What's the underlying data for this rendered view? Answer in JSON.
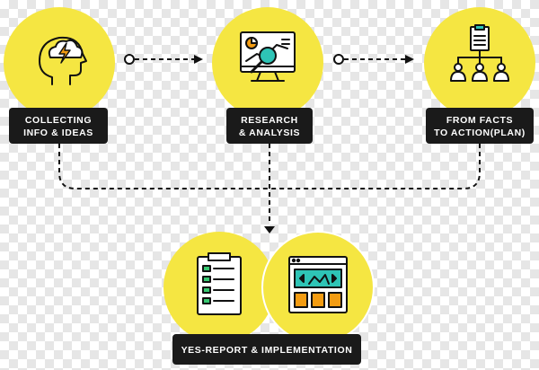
{
  "nodes": {
    "collecting": {
      "line1": "COLLECTING",
      "line2": "INFO & IDEAS"
    },
    "research": {
      "line1": "RESEARCH",
      "line2": "& ANALYSIS"
    },
    "facts": {
      "line1": "FROM FACTS",
      "line2": "TO ACTION(PLAN)"
    },
    "report": {
      "line1": "YES-REPORT & IMPLEMENTATION"
    }
  },
  "colors": {
    "accent": "#f5e642",
    "label_bg": "#1a1a1a",
    "icon_stroke": "#111111",
    "icon_teal": "#2ec4b6",
    "icon_orange": "#f39c12",
    "icon_green": "#37c871",
    "icon_red": "#e74c3c"
  },
  "icons": [
    "brain-lightning-icon",
    "analytics-magnifier-icon",
    "hierarchy-clipboard-icon",
    "checklist-icon",
    "web-layout-icon"
  ]
}
